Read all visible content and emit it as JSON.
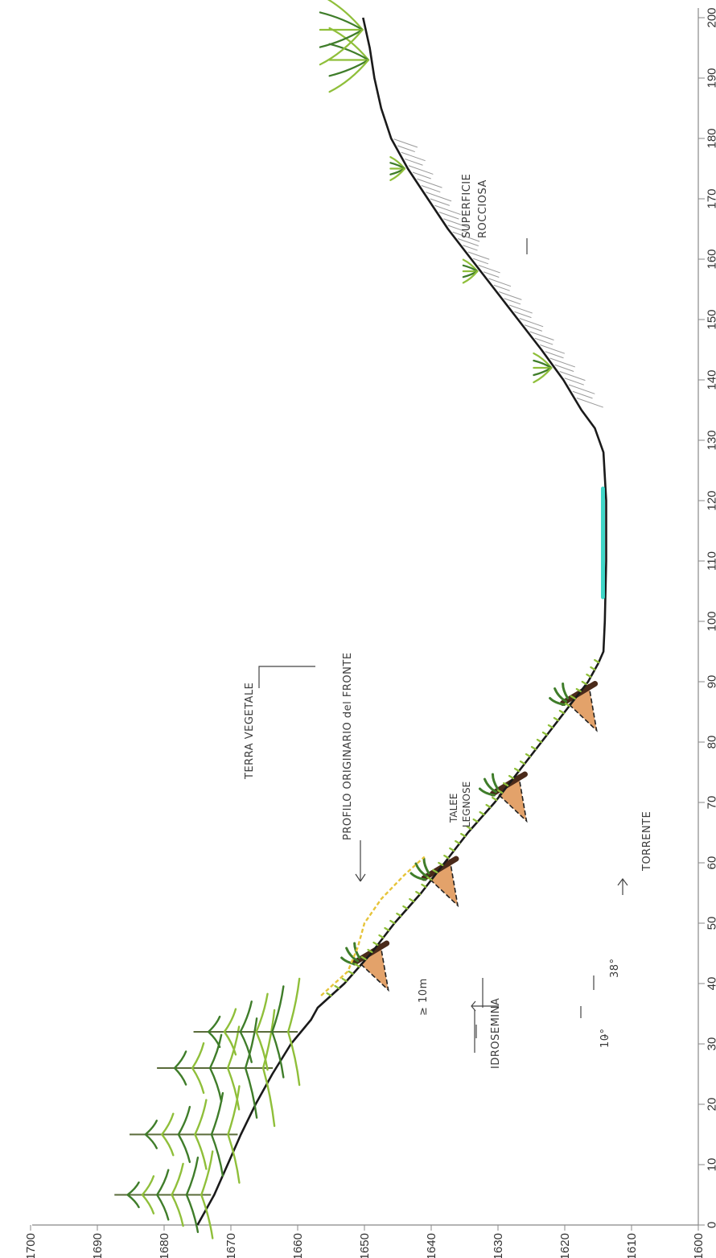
{
  "chart_data": {
    "type": "line",
    "title": "",
    "xlabel": "",
    "ylabel": "",
    "x_ticks": [
      0,
      10,
      20,
      30,
      40,
      50,
      60,
      70,
      80,
      90,
      100,
      110,
      120,
      130,
      140,
      150,
      160,
      170,
      180,
      190,
      200
    ],
    "y_ticks": [
      1600,
      1610,
      1620,
      1630,
      1640,
      1650,
      1660,
      1670,
      1680,
      1690,
      1700
    ],
    "xlim": [
      0,
      200
    ],
    "ylim": [
      1600,
      1700
    ],
    "grid": false,
    "series": [
      {
        "x": [
          0,
          5,
          10,
          15,
          20,
          25,
          30,
          34,
          36,
          40,
          45,
          50,
          55,
          60,
          65,
          70,
          75,
          80,
          85,
          90,
          93,
          95,
          100,
          110,
          120,
          128,
          132,
          135,
          140,
          145,
          150,
          155,
          160,
          165,
          170,
          175,
          180,
          185,
          190,
          195,
          200
        ],
        "y": [
          1675,
          1672.5,
          1670.5,
          1668.5,
          1666.3,
          1663.8,
          1661,
          1658,
          1657,
          1653,
          1649,
          1645.5,
          1641.5,
          1638,
          1634.5,
          1630.5,
          1627,
          1623.5,
          1620,
          1616.5,
          1615,
          1614.2,
          1614,
          1613.8,
          1613.8,
          1614.2,
          1615.5,
          1617.5,
          1620.2,
          1623.5,
          1627,
          1630.5,
          1634,
          1637.5,
          1640.5,
          1643.5,
          1646,
          1647.5,
          1648.5,
          1649.2,
          1650.2
        ]
      }
    ],
    "original_profile": {
      "x": [
        38,
        42,
        46,
        50,
        54,
        58,
        61
      ],
      "y": [
        1656.5,
        1652.5,
        1651,
        1650,
        1647.5,
        1644,
        1641
      ]
    },
    "torrent_water": {
      "x_from": 104,
      "x_to": 122,
      "y": 1613.8
    },
    "terraces_x": [
      44,
      58,
      72,
      87
    ]
  },
  "annotations": {
    "terra_vegetale": "TERRA VEGETALE",
    "profilo_originario": "PROFILO ORIGINARIO del FRONTE",
    "talee_line1": "TALEE",
    "talee_line2": "LEGNOSE",
    "spacing": "≥ 10m",
    "idrosemina": "IDROSEMINA",
    "angle_small": "10°",
    "angle_large": "38°",
    "torrente": "TORRENTE",
    "superficie_line1": "SUPERFICIE",
    "superficie_line2": "ROCCIOSA"
  },
  "colors": {
    "terrain": "#1a1a1a",
    "vegetation": "#3f7d2a",
    "vegetation_light": "#8fbf3a",
    "water": "#3ed6c8",
    "soil_fill": "#e3a26a",
    "timber": "#4a2a1a",
    "original_profile": "#e6c43a",
    "rock_hatch": "#9a9a9a"
  }
}
